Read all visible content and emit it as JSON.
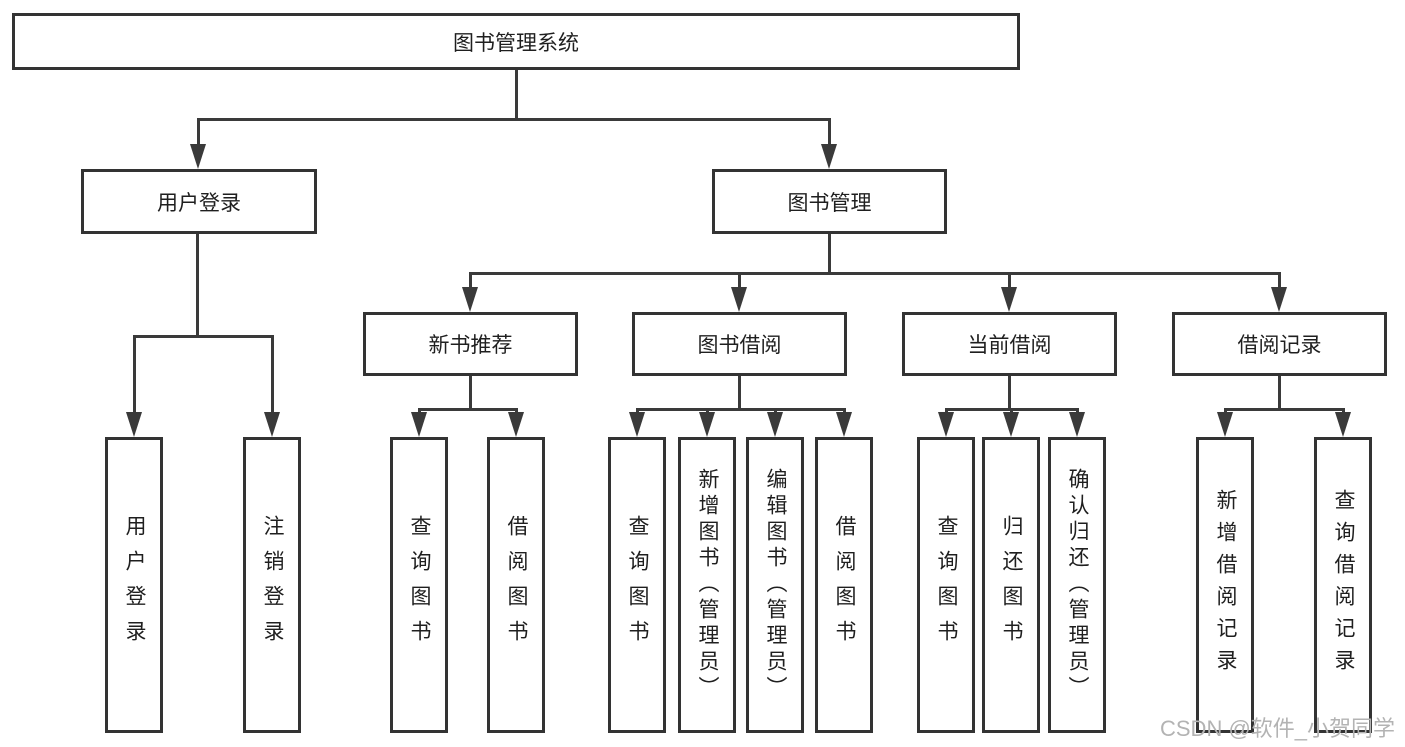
{
  "diagram": {
    "title": "图书管理系统",
    "type": "tree-diagram",
    "colors": {
      "background": "#ffffff",
      "box_border": "#333333",
      "line": "#3a3a3a",
      "text": "#1f1f1f",
      "watermark": "#b3b3b3"
    },
    "watermark": "CSDN @软件_小贺同学",
    "nodes": {
      "root": {
        "label": "图书管理系统"
      },
      "user_login": {
        "label": "用户登录"
      },
      "book_mgmt": {
        "label": "图书管理"
      },
      "new_book_rec": {
        "label": "新书推荐"
      },
      "book_borrow": {
        "label": "图书借阅"
      },
      "current_borrow": {
        "label": "当前借阅"
      },
      "borrow_records": {
        "label": "借阅记录"
      },
      "ul_login": {
        "label": "用户登录"
      },
      "ul_logout": {
        "label": "注销登录"
      },
      "nbr_query": {
        "label": "查询图书"
      },
      "nbr_borrow": {
        "label": "借阅图书"
      },
      "bb_query": {
        "label": "查询图书"
      },
      "bb_add": {
        "label": "新增图书（管理员）"
      },
      "bb_edit": {
        "label": "编辑图书（管理员）"
      },
      "bb_borrow": {
        "label": "借阅图书"
      },
      "cb_query": {
        "label": "查询图书"
      },
      "cb_return": {
        "label": "归还图书"
      },
      "cb_confirm": {
        "label": "确认归还（管理员）"
      },
      "br_add": {
        "label": "新增借阅记录"
      },
      "br_query": {
        "label": "查询借阅记录"
      }
    },
    "hierarchy": {
      "label": "图书管理系统",
      "children": [
        {
          "label": "用户登录",
          "children": [
            "用户登录",
            "注销登录"
          ]
        },
        {
          "label": "图书管理",
          "children": [
            {
              "label": "新书推荐",
              "children": [
                "查询图书",
                "借阅图书"
              ]
            },
            {
              "label": "图书借阅",
              "children": [
                "查询图书",
                "新增图书（管理员）",
                "编辑图书（管理员）",
                "借阅图书"
              ]
            },
            {
              "label": "当前借阅",
              "children": [
                "查询图书",
                "归还图书",
                "确认归还（管理员）"
              ]
            },
            {
              "label": "借阅记录",
              "children": [
                "新增借阅记录",
                "查询借阅记录"
              ]
            }
          ]
        }
      ]
    }
  }
}
